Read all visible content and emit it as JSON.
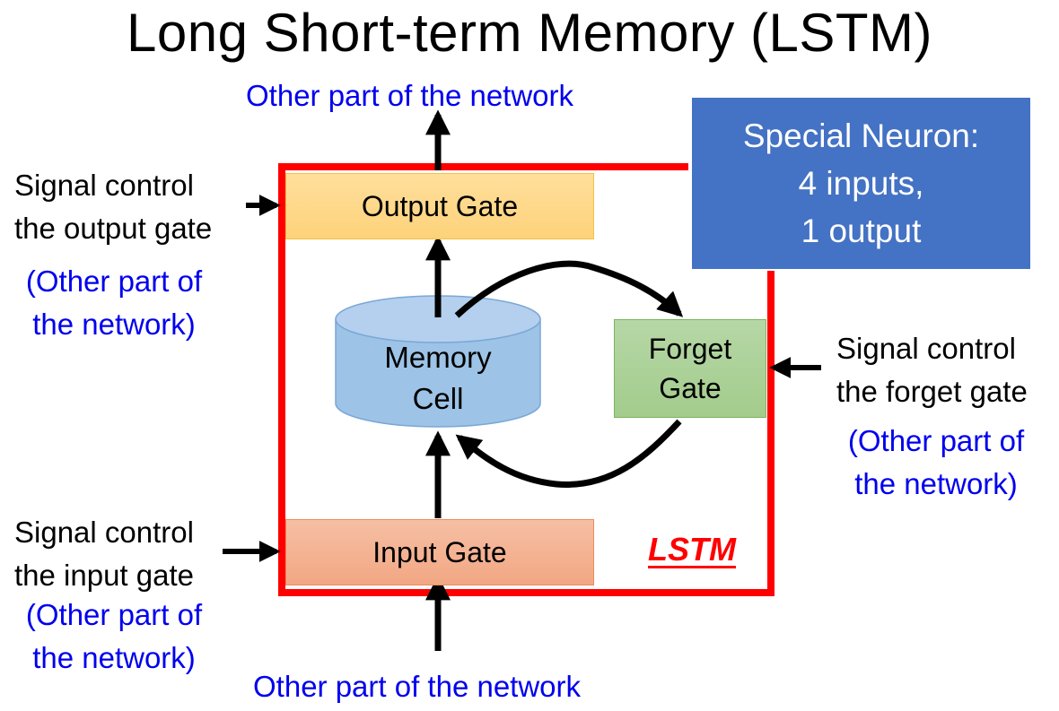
{
  "title": "Long Short-term Memory (LSTM)",
  "network_top": "Other part of the network",
  "network_bottom": "Other part of the network",
  "gates": {
    "output": "Output Gate",
    "input": "Input Gate",
    "forget_line1": "Forget",
    "forget_line2": "Gate"
  },
  "memory_cell": {
    "line1": "Memory",
    "line2": "Cell"
  },
  "special_neuron": {
    "line1": "Special Neuron:",
    "line2": "4 inputs,",
    "line3": "1 output"
  },
  "lstm_tag": "LSTM",
  "signals": {
    "output": {
      "line1": "Signal control",
      "line2": "the output gate",
      "note1": "(Other part of",
      "note2": "the network)"
    },
    "input": {
      "line1": "Signal control",
      "line2": "the input gate",
      "note1": "(Other part of",
      "note2": "the network)"
    },
    "forget": {
      "line1": "Signal control",
      "line2": "the forget gate",
      "note1": "(Other part of",
      "note2": "the network)"
    }
  },
  "colors": {
    "lstm_border": "#ff0000",
    "network_text": "#0000ee",
    "special_neuron_bg": "#4472c4",
    "output_gate_fill": "#fdd27a",
    "input_gate_fill": "#f2a783",
    "forget_gate_fill": "#a3cc8c",
    "memory_cell_fill": "#9dc3e6"
  }
}
